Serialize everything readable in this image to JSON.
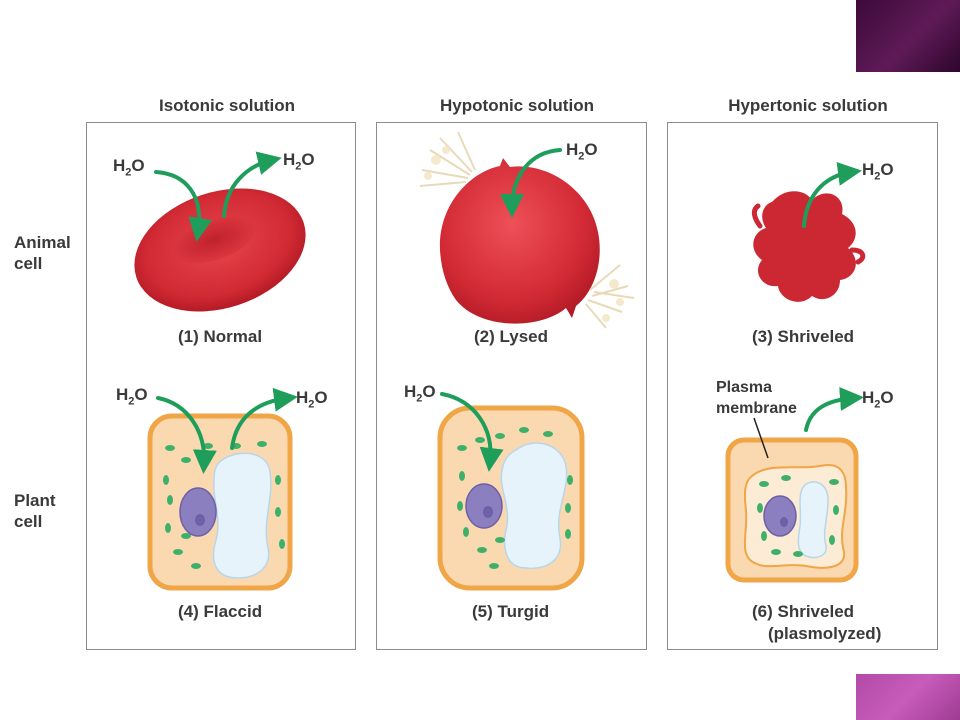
{
  "columns": [
    "Isotonic solution",
    "Hypotonic solution",
    "Hypertonic solution"
  ],
  "rows": [
    "Animal\ncell",
    "Plant\ncell"
  ],
  "water": {
    "base": "H",
    "sub": "2",
    "tail": "O"
  },
  "captions": {
    "c1": "(1) Normal",
    "c2": "(2) Lysed",
    "c3": "(3) Shriveled",
    "c4": "(4) Flaccid",
    "c5": "(5) Turgid",
    "c6a": "(6) Shriveled",
    "c6b": "(plasmolyzed)"
  },
  "plasma_membrane_label": "Plasma\nmembrane",
  "colors": {
    "arrow": "#1e9e5a",
    "red_cell": "#d9303a",
    "cell_wall": "#f2a94a",
    "cytoplasm": "#fbd9b0",
    "vacuole": "#e6f3fb",
    "nucleus": "#8b7fc0",
    "chloroplast": "#3fb06a"
  }
}
